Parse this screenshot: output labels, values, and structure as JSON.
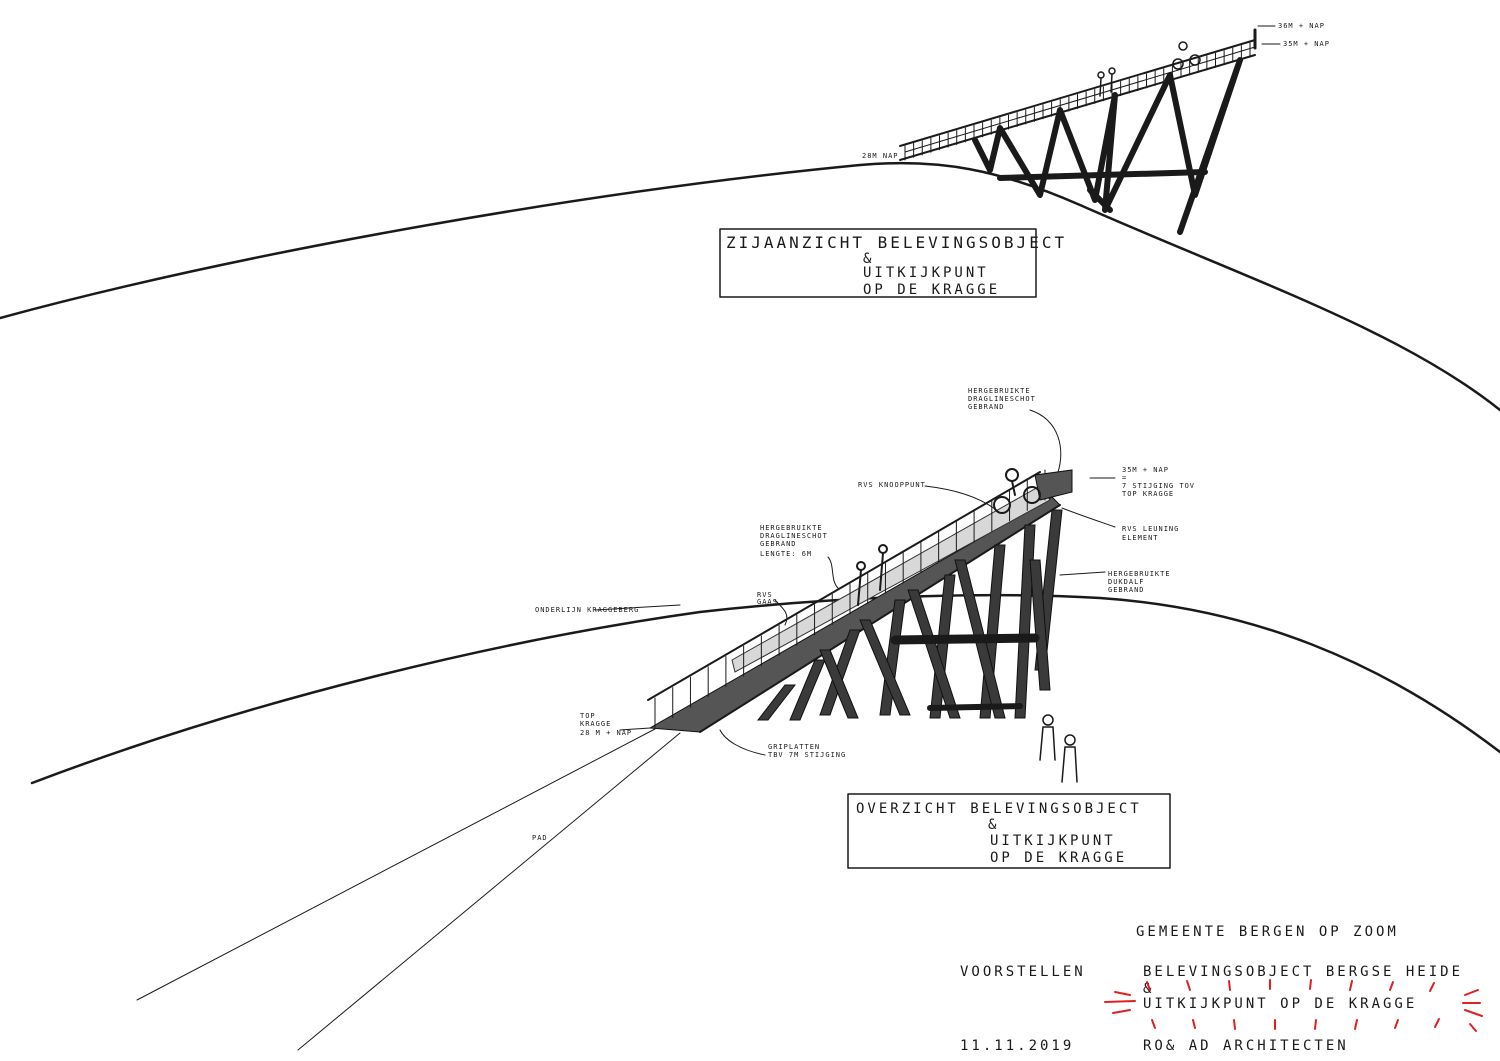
{
  "side_view": {
    "title_line1": "ZIJAANZICHT BELEVINGSOBJECT",
    "title_line2": "&",
    "title_line3": "UITKIJKPUNT",
    "title_line4": "OP DE KRAGGE",
    "level_top_1": "36M + NAP",
    "level_top_2": "35M + NAP",
    "level_base": "28M NAP"
  },
  "overview": {
    "title_line1": "OVERZICHT   BELEVINGSOBJECT",
    "title_line2": "&",
    "title_line3": "UITKIJKPUNT",
    "title_line4": "OP DE KRAGGE"
  },
  "annotations": {
    "dragline_top": [
      "HERGEBRUIKTE",
      "DRAGLINESCHOT",
      "GEBRAND"
    ],
    "knooppunt": "RVS KNOOPPUNT",
    "level_35": [
      "35M + NAP",
      "=",
      "7 STIJGING TOV",
      "TOP KRAGGE"
    ],
    "leuning": [
      "RVS LEUNING",
      "ELEMENT"
    ],
    "dukdalf": [
      "HERGEBRUIKTE",
      "DUKDALF",
      "GEBRAND"
    ],
    "dragline_left": [
      "HERGEBRUIKTE",
      "DRAGLINESCHOT",
      "GEBRAND",
      "LENGTE: 6M"
    ],
    "gaas": [
      "RVS",
      "GAAS"
    ],
    "onderlijn": "ONDERLIJN KRAGGEBERG",
    "top_kragge": [
      "TOP",
      "KRAGGE",
      "28 M + NAP"
    ],
    "griplatten": [
      "GRIPLATTEN",
      "TBV 7M STIJGING"
    ],
    "pad": "PAD"
  },
  "title_block": {
    "client": "GEMEENTE BERGEN OP ZOOM",
    "label": "VOORSTELLEN",
    "project_line1": "BELEVINGSOBJECT BERGSE HEIDE",
    "project_amp": "&",
    "project_line2": "UITKIJKPUNT OP DE KRAGGE",
    "date": "11.11.2019",
    "architect": "RO& AD ARCHITECTEN"
  }
}
